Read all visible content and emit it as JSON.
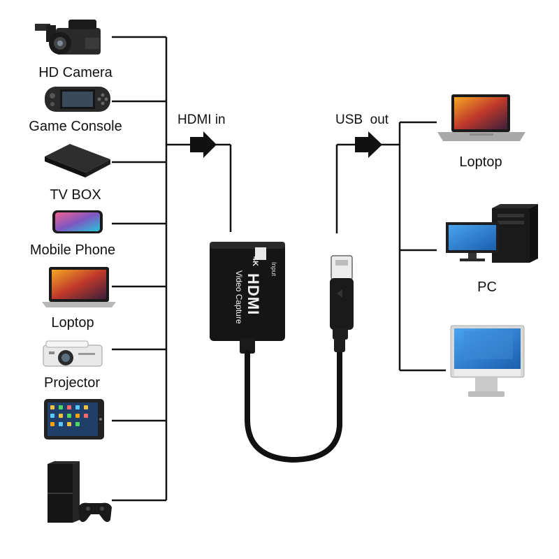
{
  "left_sources": [
    {
      "label": "HD Camera",
      "icon": "camcorder-icon"
    },
    {
      "label": "Game Console",
      "icon": "handheld-console-icon"
    },
    {
      "label": "TV BOX",
      "icon": "tv-box-icon"
    },
    {
      "label": "Mobile Phone",
      "icon": "smartphone-icon"
    },
    {
      "label": "Loptop",
      "icon": "laptop-icon"
    },
    {
      "label": "Projector",
      "icon": "projector-icon"
    },
    {
      "label": "",
      "icon": "tablet-icon"
    },
    {
      "label": "",
      "icon": "game-console-controller-icon"
    }
  ],
  "connection_labels": {
    "input": "HDMI in",
    "output": "USB  out"
  },
  "device": {
    "port_label": "Input",
    "brand_text": "HDMI",
    "badge": "4K",
    "name": "Video Capture"
  },
  "right_targets": [
    {
      "label": "Loptop",
      "icon": "laptop-icon"
    },
    {
      "label": "PC",
      "icon": "desktop-pc-icon"
    },
    {
      "label": "",
      "icon": "monitor-icon"
    }
  ],
  "colors": {
    "line": "#111111",
    "device_body": "#151515",
    "screen": "#2a7fd4"
  }
}
